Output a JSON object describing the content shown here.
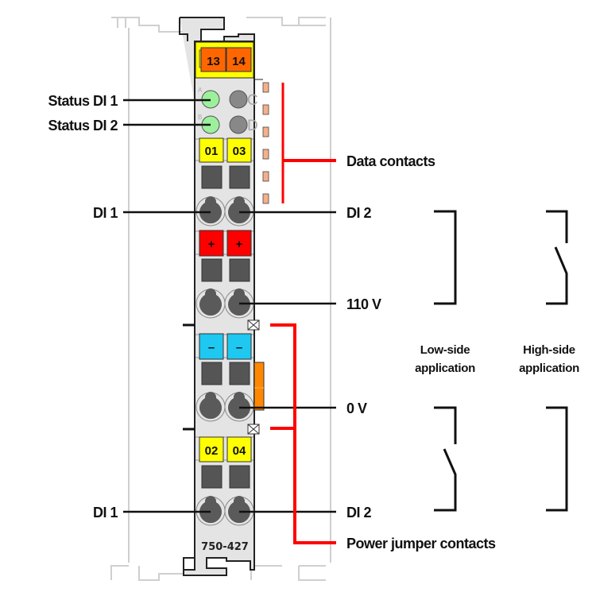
{
  "module": {
    "model": "750-427",
    "top_connectors": [
      "13",
      "14"
    ],
    "terminal_markers_row1": [
      "01",
      "03"
    ],
    "terminal_markers_plus": [
      "+",
      "+"
    ],
    "terminal_markers_minus": [
      "–",
      "–"
    ],
    "terminal_markers_row4": [
      "02",
      "04"
    ],
    "led_letters": [
      "A",
      "B",
      "C",
      "D"
    ],
    "colors": {
      "body": "#e4e4e4",
      "top_connector": "#ff6600",
      "marker_yellow": "#ffff00",
      "marker_red": "#ff0000",
      "marker_blue": "#1ec8f0",
      "led_on": "#9cf09c",
      "led_off": "#888888",
      "data_contact": "#f5b08a",
      "power_contact": "#ff8800",
      "callout_red": "#ff0000"
    }
  },
  "labels": {
    "status_di1": "Status DI 1",
    "status_di2": "Status DI 2",
    "di1_top": "DI 1",
    "di2_top": "DI 2",
    "data_contacts": "Data contacts",
    "v110": "110 V",
    "v0": "0 V",
    "di1_bottom": "DI 1",
    "di2_bottom": "DI 2",
    "power_jumper_contacts": "Power jumper contacts"
  },
  "applications": {
    "low_side": [
      "Low-side",
      "application"
    ],
    "high_side": [
      "High-side",
      "application"
    ]
  }
}
